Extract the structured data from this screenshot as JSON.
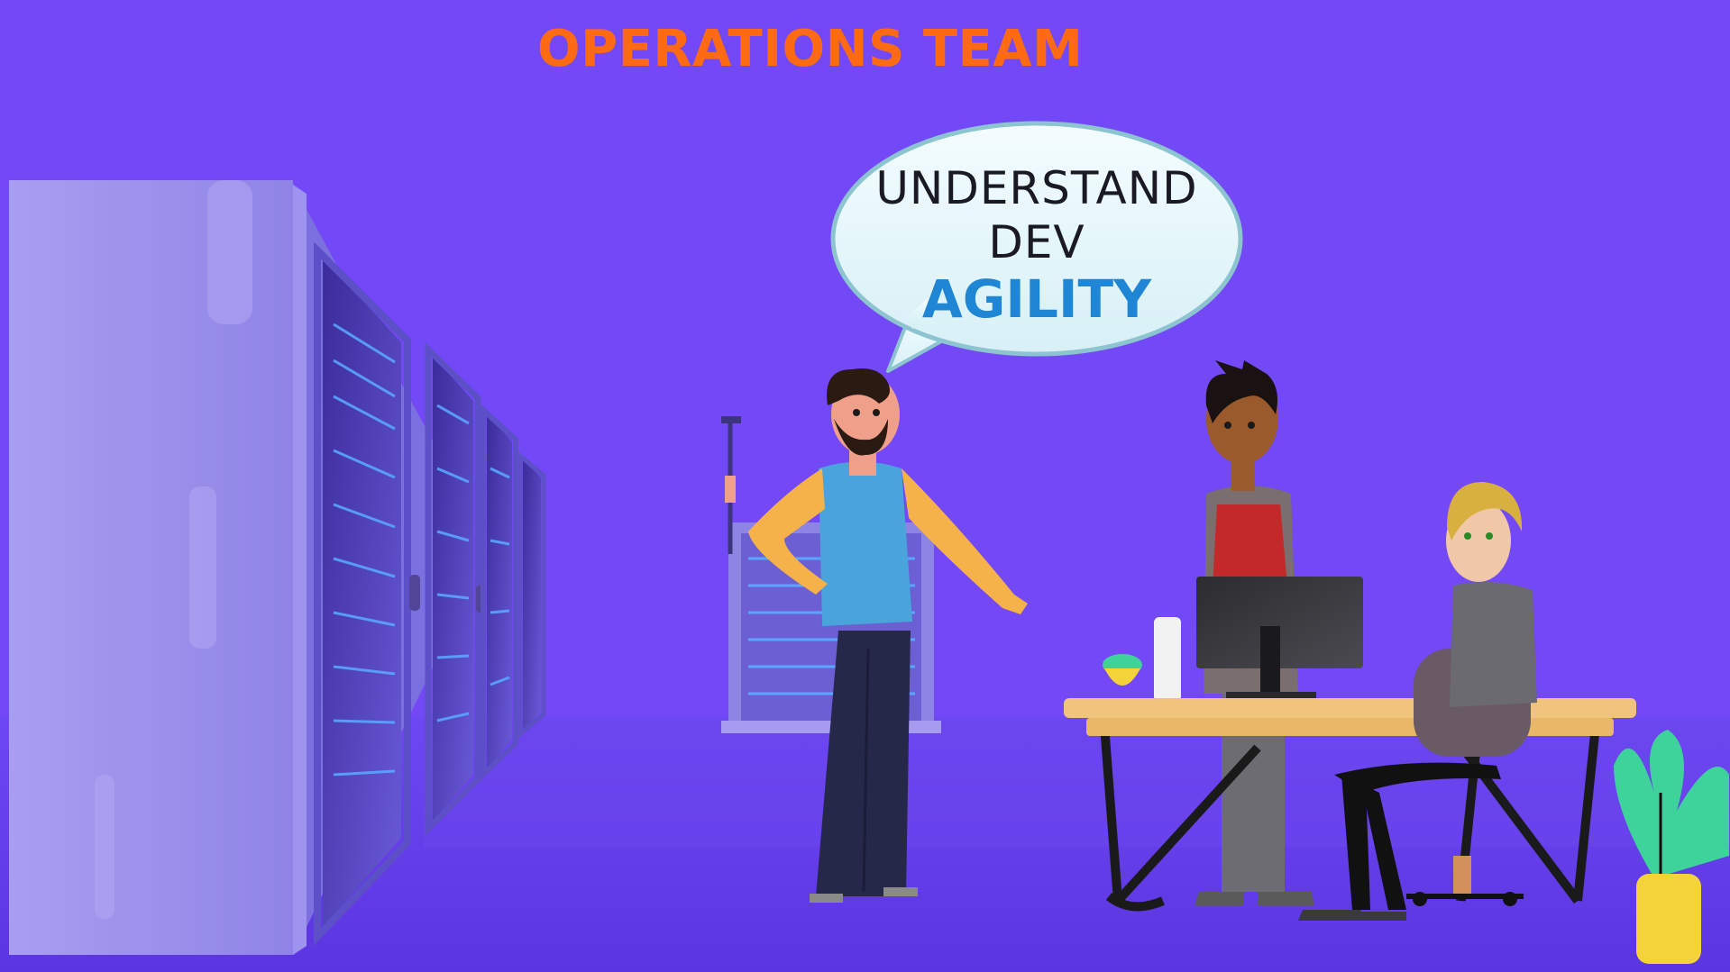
{
  "header": {
    "title": "OPERATIONS TEAM"
  },
  "speech_bubble": {
    "line1": "UNDERSTAND",
    "line2": "DEV",
    "line3": "AGILITY"
  },
  "colors": {
    "background": "#7348f7",
    "title": "#ff6a12",
    "emphasis_text": "#1f86d6",
    "bubble_fill": "#e8f8fb",
    "bubble_outline": "#8cc4d0"
  },
  "icons": [
    "server-rack-icon",
    "person-icon",
    "plant-icon",
    "monitor-icon"
  ]
}
